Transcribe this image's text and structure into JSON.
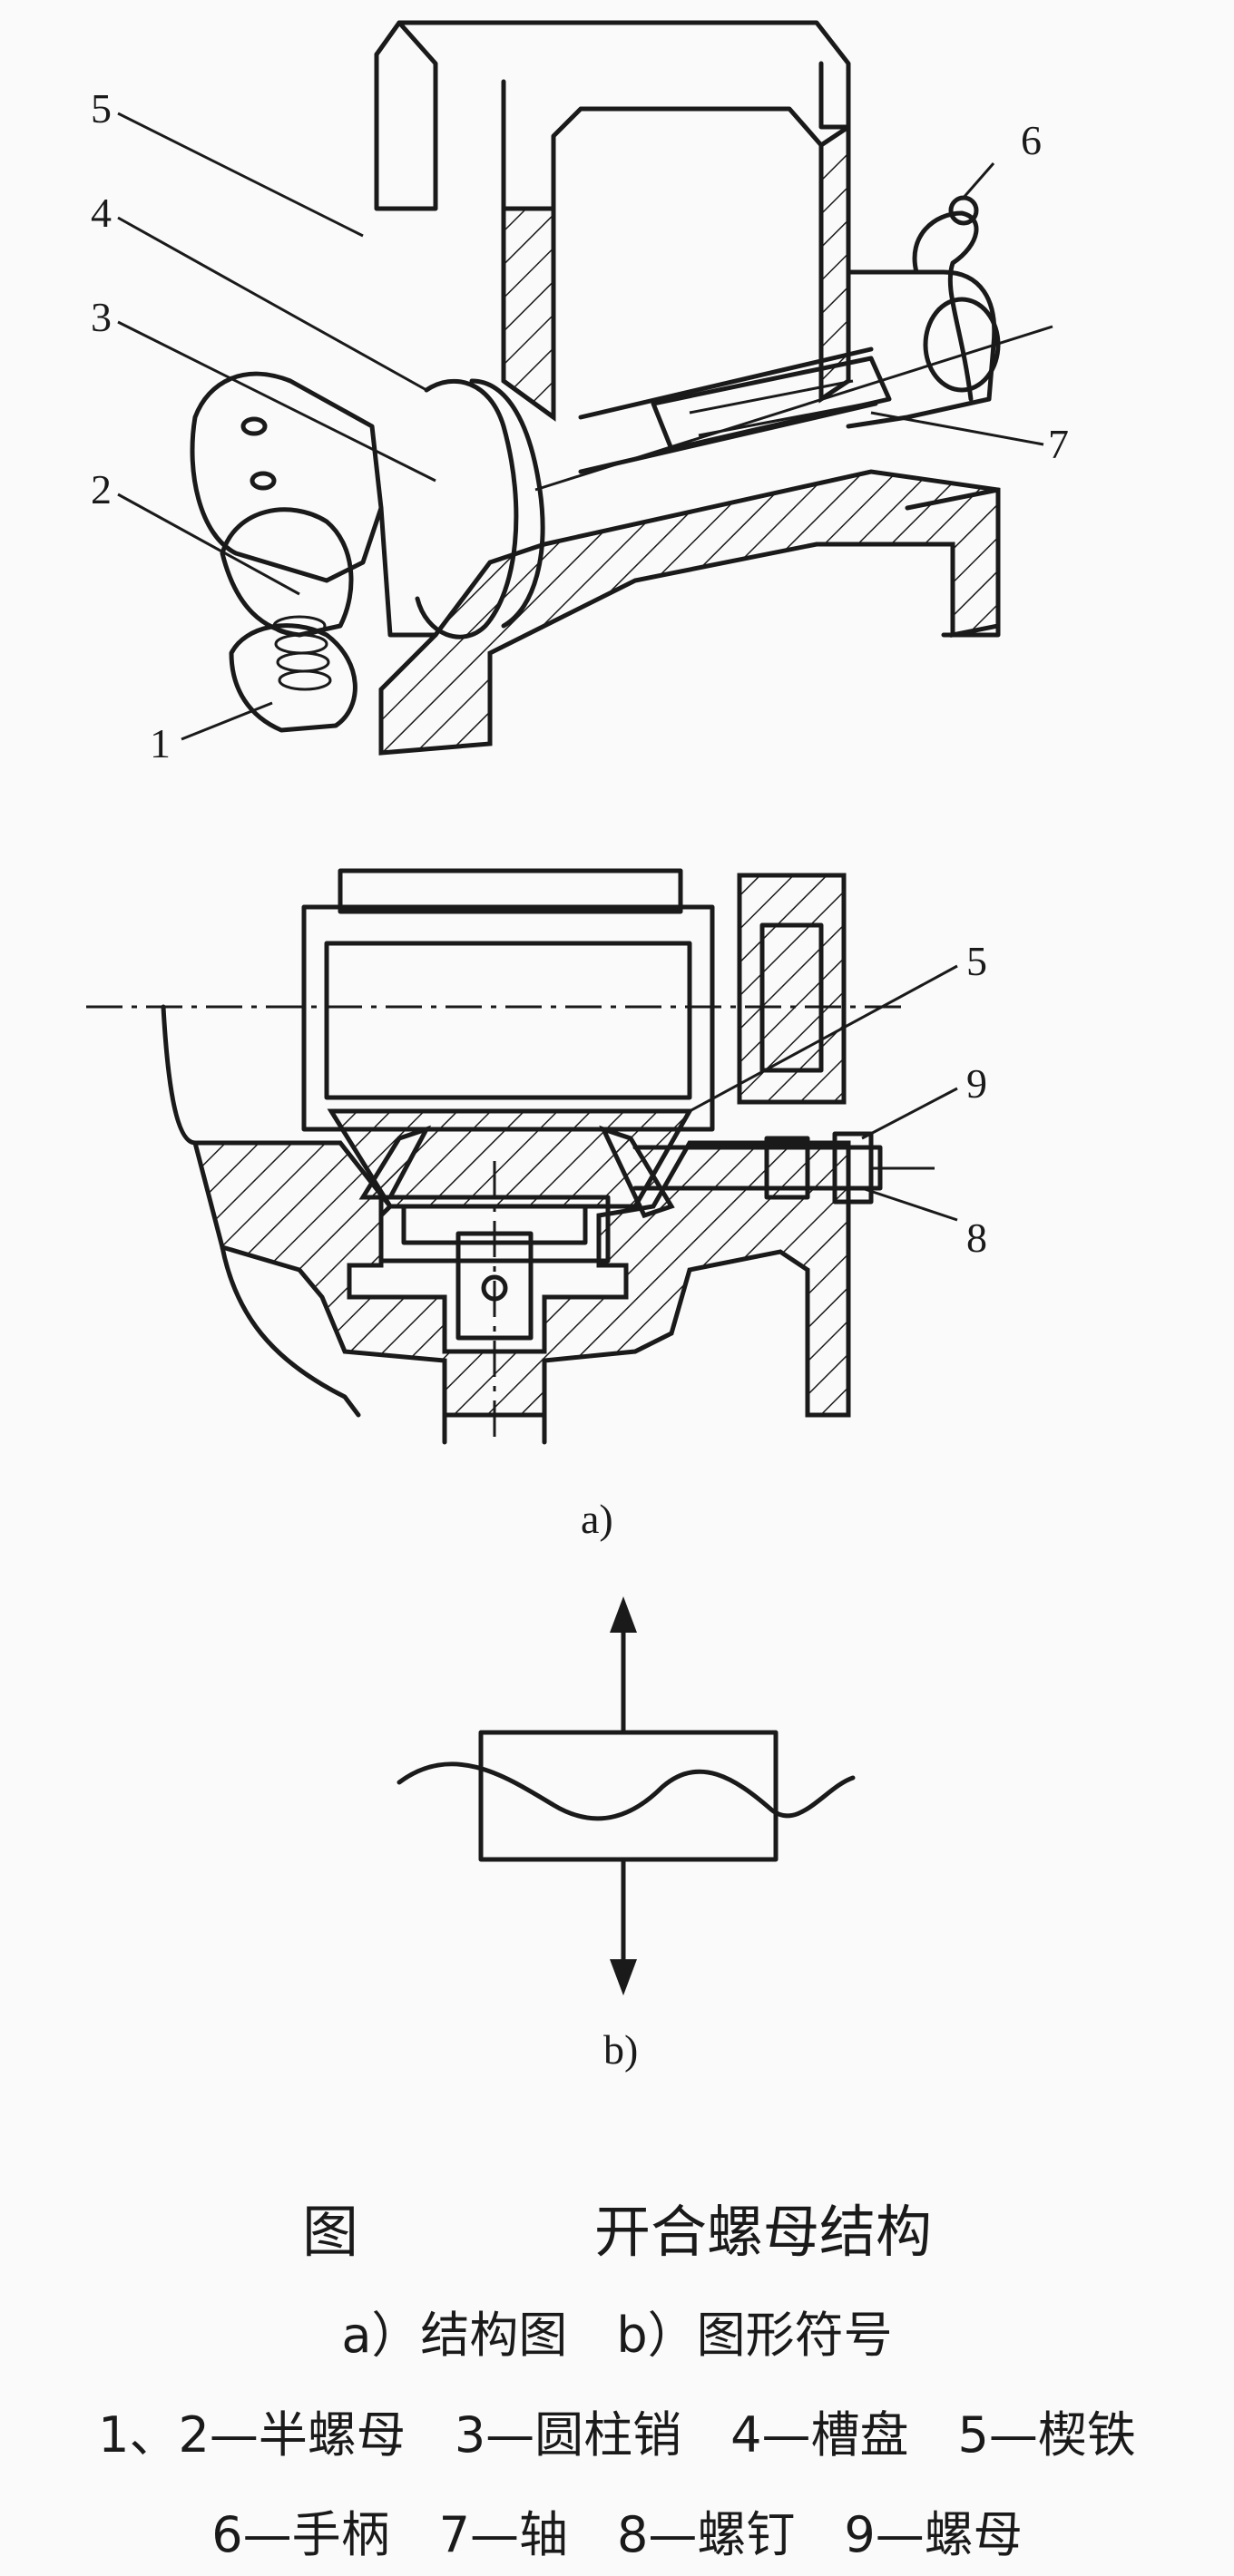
{
  "figure": {
    "part_labels": [
      "1",
      "2",
      "3",
      "4",
      "5",
      "6",
      "7",
      "5",
      "9",
      "8"
    ],
    "subfig_a": "a)",
    "subfig_b": "b)"
  },
  "caption": {
    "fig_prefix": "图",
    "title": "开合螺母结构",
    "subcaption": "a）结构图　b）图形符号",
    "legend_line1": "1、2—半螺母　3—圆柱销　4—槽盘　5—楔铁",
    "legend_line2": "6—手柄　7—轴　8—螺钉　9—螺母"
  }
}
